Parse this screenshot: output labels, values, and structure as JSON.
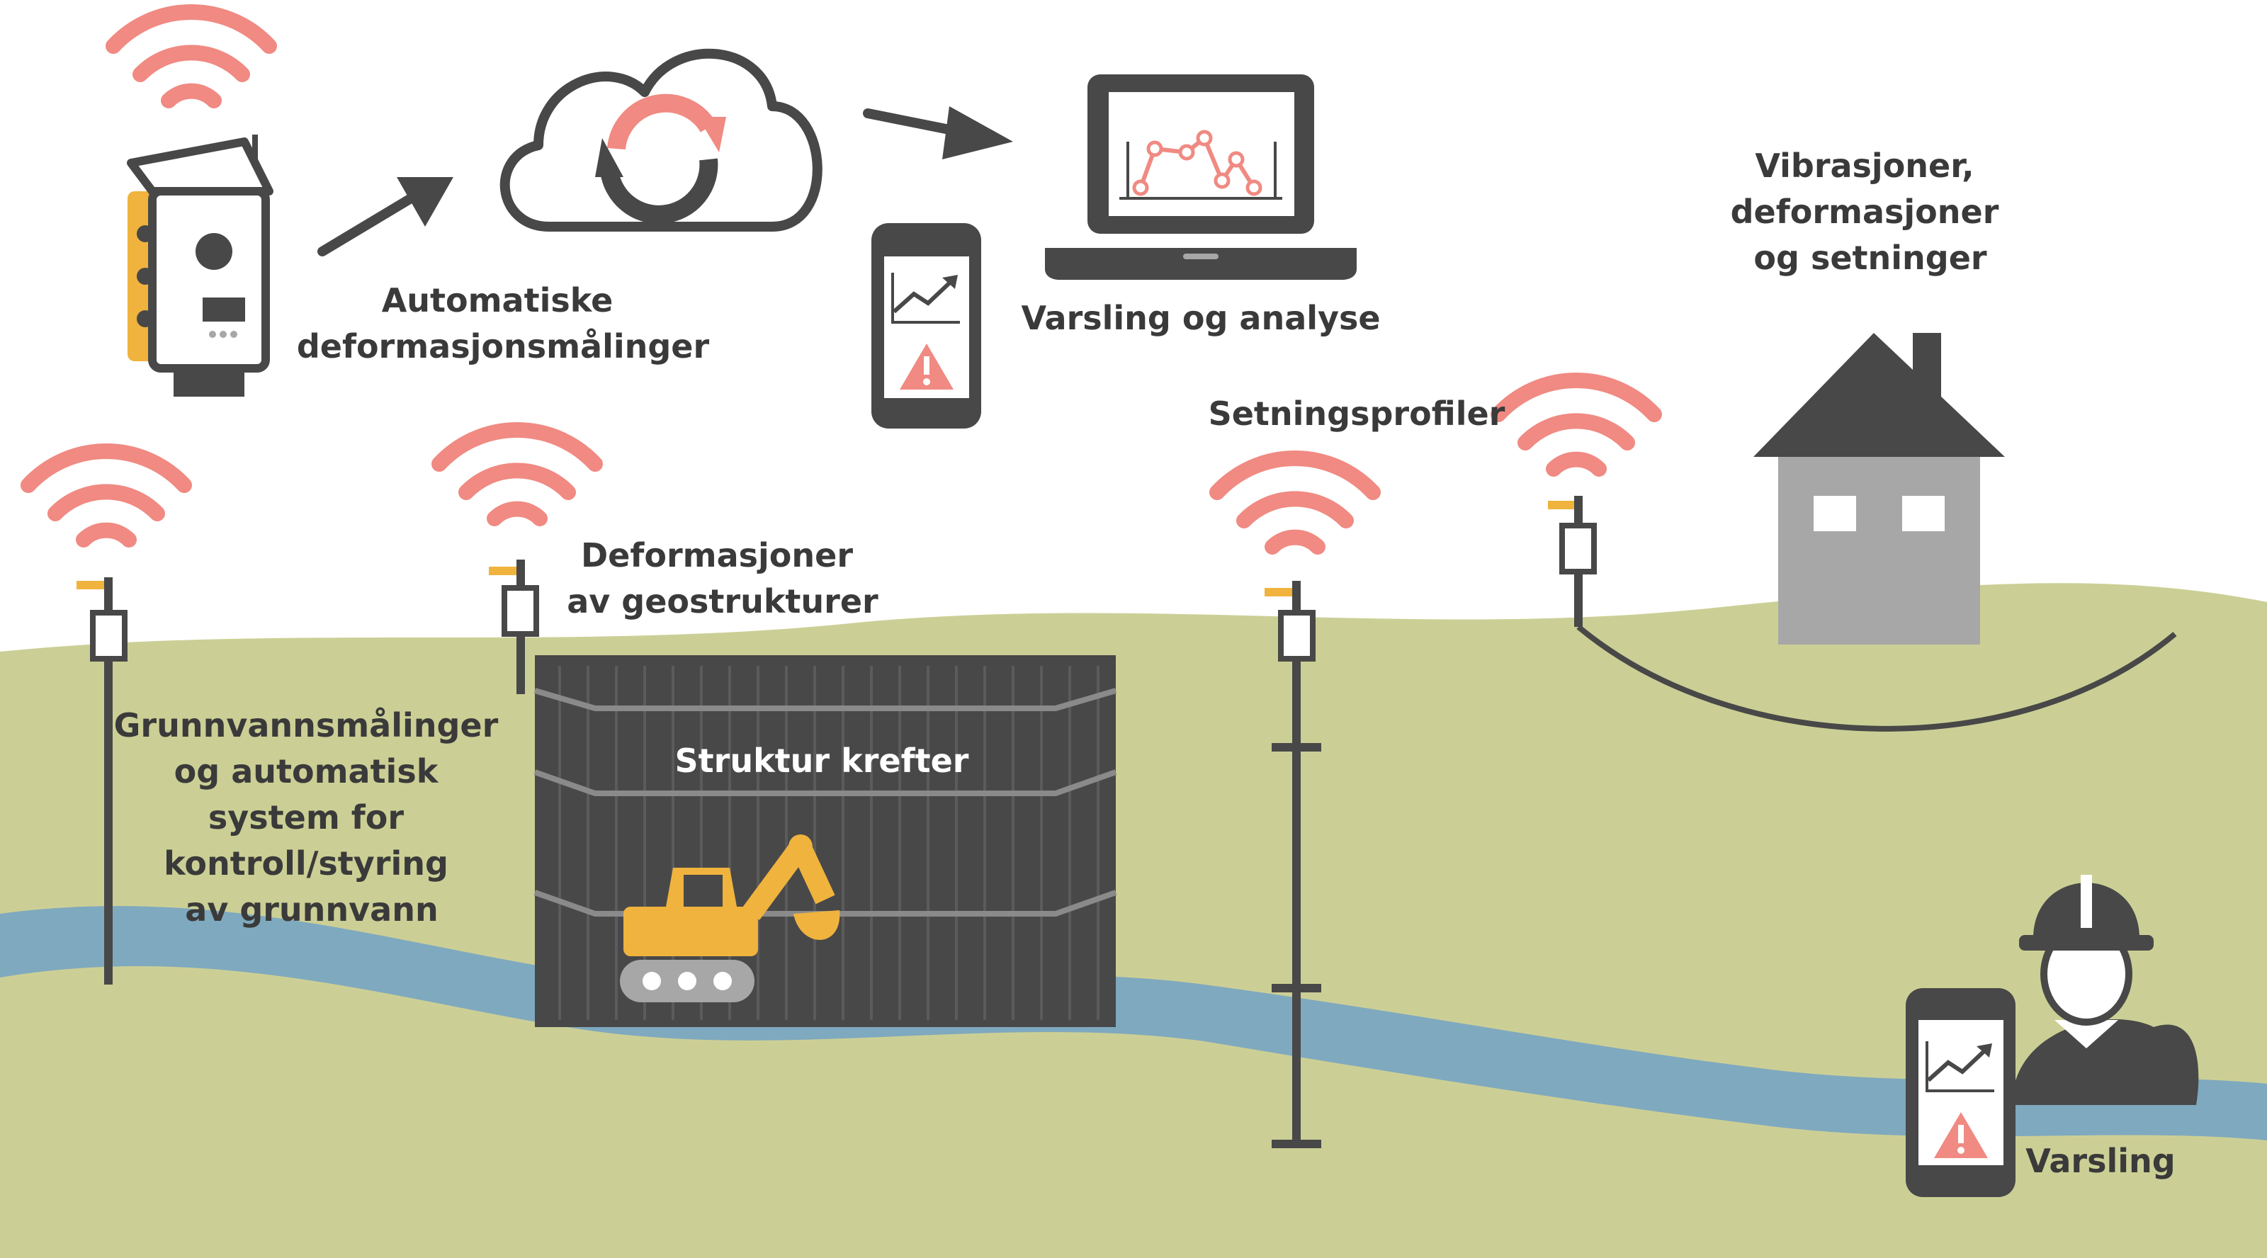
{
  "colors": {
    "ground": "#cccf95",
    "water": "#7fa9bf",
    "dark": "#484848",
    "pink": "#f08a82",
    "orange": "#efb33e",
    "house": "#a7a7a7",
    "white": "#ffffff",
    "text": "#3a3a3a"
  },
  "labels": {
    "automatic_measurements": [
      "Automatiske",
      "deformasjonsmålinger"
    ],
    "alert_analysis": "Varsling og analyse",
    "vibrations": [
      "Vibrasjoner,",
      "deformasjoner",
      "og setninger"
    ],
    "settlement_profiles": "Setningsprofiler",
    "geostructures": [
      "Deformasjoner",
      "av geostrukturer"
    ],
    "groundwater": [
      "Grunnvannsmålinger",
      "og automatisk",
      "system for",
      "kontroll/styring",
      "av grunnvann"
    ],
    "structure_forces": "Struktur krefter",
    "alert": "Varsling"
  },
  "icons": [
    "total-station-icon",
    "cloud-sync-icon",
    "laptop-chart-icon",
    "phone-alert-icon",
    "house-icon",
    "excavator-icon",
    "worker-icon",
    "wifi-signal-icon",
    "sensor-icon",
    "arrow-icon"
  ]
}
